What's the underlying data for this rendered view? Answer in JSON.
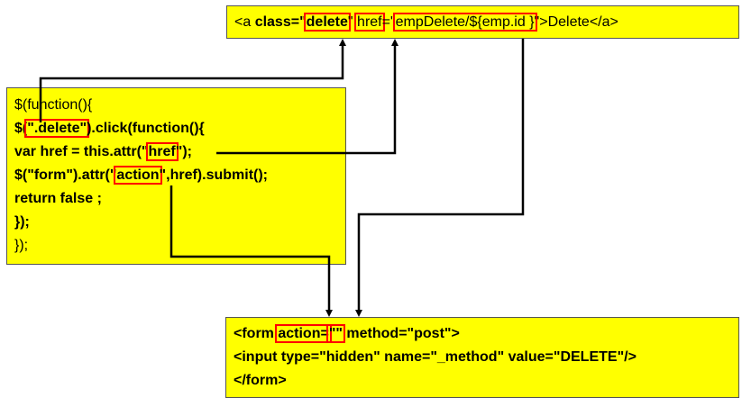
{
  "top_box": {
    "s1": "<a ",
    "s2": "class=\"",
    "s3": "delete",
    "s4": "\"",
    "s5": " ",
    "s6": "href",
    "s7": "=\"",
    "s8": "empDelete/${emp.id }",
    "s9": "\"",
    "s10": ">Delete</a>"
  },
  "js_box": {
    "l1": "$(function(){",
    "l2a": "$(",
    "l2b": "\".delete\"",
    "l2c": ").click(function(){",
    "l3a": "var href = this.attr(\"",
    "l3b": "href",
    "l3c": "\");",
    "l4a": "$(\"form\").attr(\"",
    "l4b": "action",
    "l4c": "\",href).submit();",
    "l5": "return false ;",
    "l6": "});",
    "l7": "});"
  },
  "form_box": {
    "l1a": "<form ",
    "l1b": "action=",
    "l1c": "\"\"",
    "l1d": " method=\"post\">",
    "l2": "<input type=\"hidden\" name=\"_method\" value=\"DELETE\"/>",
    "l3": "</form>"
  },
  "colors": {
    "box_fill": "#ffff00",
    "highlight": "#ff0000",
    "arrow": "#000000"
  }
}
